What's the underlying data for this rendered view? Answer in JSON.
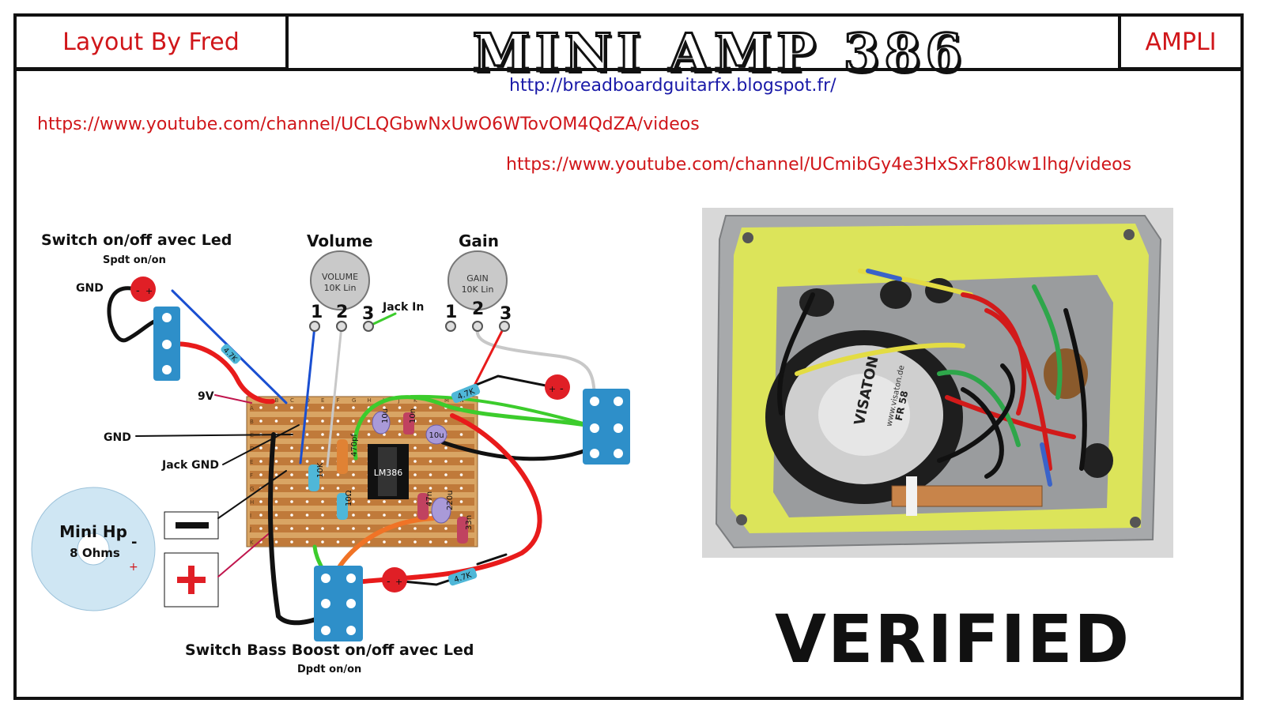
{
  "header": {
    "left_box": "Layout By Fred",
    "title": "MINI AMP 386",
    "right_box": "AMPLI"
  },
  "links": {
    "blog": "http://breadboardguitarfx.blogspot.fr/",
    "youtube1": "https://www.youtube.com/channel/UCLQGbwNxUwO6WTovOM4QdZA/videos",
    "youtube2": "https://www.youtube.com/channel/UCmibGy4e3HxSxFr80kw1lhg/videos"
  },
  "labels": {
    "switch_led_title": "Switch on/off avec Led",
    "switch_led_sub": "Spdt on/on",
    "gnd1": "GND",
    "v9": "9V",
    "gnd2": "GND",
    "jack_gnd": "Jack GND",
    "volume": "Volume",
    "gain": "Gain",
    "jack_in": "Jack In",
    "mini_hp": "Mini Hp",
    "ohms": "8 Ohms",
    "minus": "-",
    "plus": "+",
    "bass_title": "Switch Bass Boost on/off avec Led",
    "bass_sub": "Dpdt on/on",
    "verified": "VERIFIED"
  },
  "pots": {
    "volume_name": "VOLUME",
    "volume_value": "10K Lin",
    "gain_name": "GAIN",
    "gain_value": "10K Lin",
    "pin1": "1",
    "pin2": "2",
    "pin3": "3"
  },
  "components": {
    "ic": "LM386",
    "r_47k": "4.7K",
    "c_10u": "10u",
    "c_10n": "10n",
    "c_470p": "470pf",
    "r_10k": "10K",
    "r_10": "10Ω",
    "c_47n": "47n",
    "c_220u": "220u",
    "c_33n": "33n"
  },
  "board": {
    "rows": [
      "A",
      "B",
      "C",
      "D",
      "E",
      "F",
      "G",
      "H",
      "I",
      "J",
      "K"
    ],
    "cols": [
      "A",
      "B",
      "C",
      "D",
      "E",
      "F",
      "G",
      "H",
      "I",
      "J",
      "K",
      "L",
      "M",
      "N"
    ]
  },
  "photo": {
    "speaker_brand": "VISATON",
    "speaker_site": "www.visaton.de",
    "speaker_model": "FR 58"
  },
  "colors": {
    "accent_red": "#d0161a",
    "link_blue": "#1a1aa8",
    "stripboard": "#d9a564",
    "stripboard_strip": "#c07a3a",
    "switch_blue": "#2e8fc9",
    "led_red": "#e01f26",
    "wire_red": "#e81b1b",
    "wire_green": "#3ccc2c",
    "wire_blue": "#1a4fd1",
    "wire_orange": "#f07326",
    "enclosure_yellow": "#dce45a"
  }
}
